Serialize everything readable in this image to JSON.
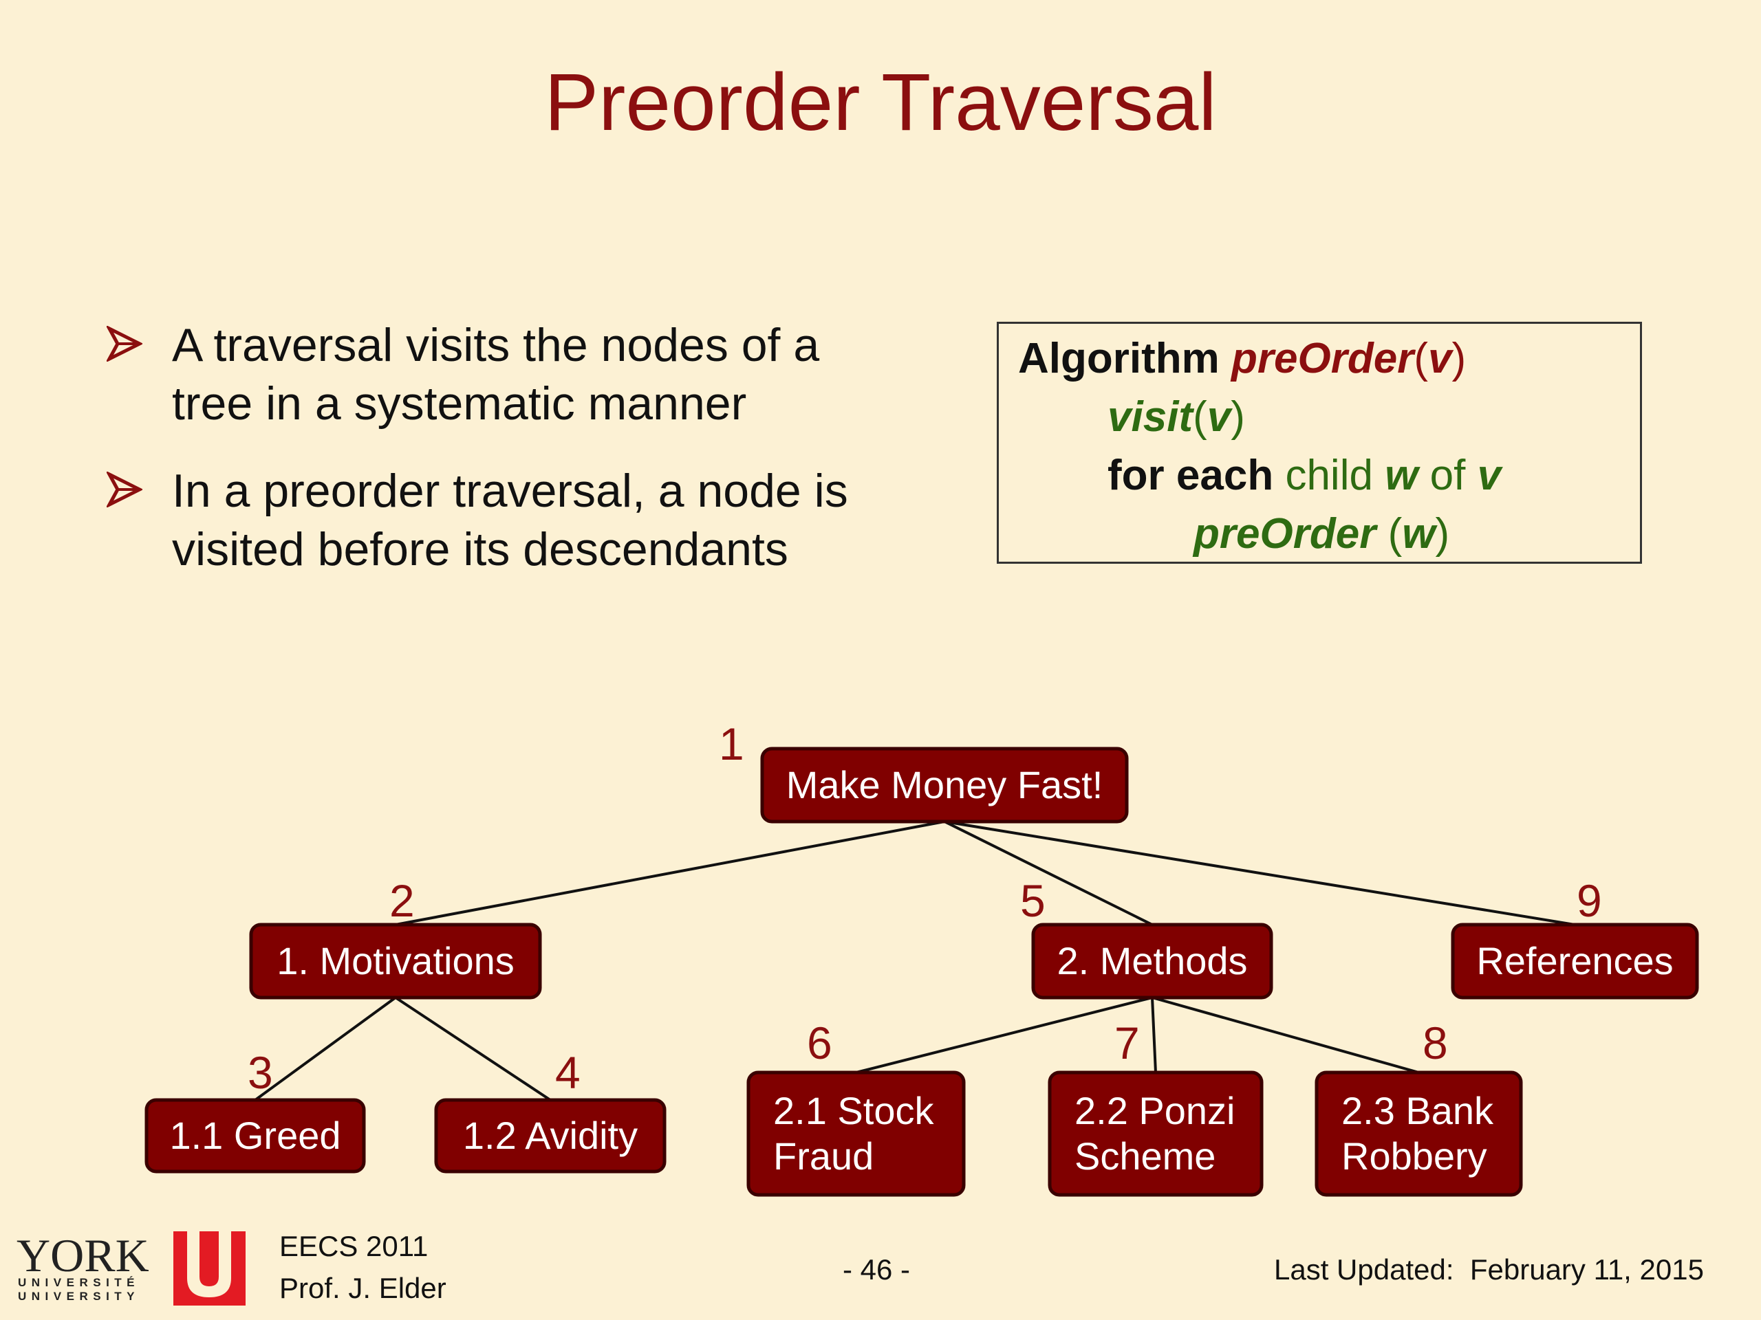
{
  "slide": {
    "title": "Preorder Traversal",
    "bullets": [
      {
        "line1": "A traversal visits the nodes of a",
        "line2": "tree in a systematic manner"
      },
      {
        "line1": "In a preorder traversal, a node is",
        "line2": "visited before its descendants"
      }
    ]
  },
  "algorithm": {
    "keyword": "Algorithm",
    "func": "preOrder",
    "param": "v",
    "visit_func": "visit",
    "visit_param": "v",
    "for_each": "for each",
    "child_word": "child",
    "child_var": "w",
    "of_word": "of",
    "of_var": "v",
    "recurse_func": "preOrder",
    "recurse_param": "w"
  },
  "tree": {
    "nodes": [
      {
        "id": "root",
        "lines": [
          "Make Money Fast!"
        ],
        "order": "1"
      },
      {
        "id": "motivations",
        "lines": [
          "1. Motivations"
        ],
        "order": "2"
      },
      {
        "id": "greed",
        "lines": [
          "1.1 Greed"
        ],
        "order": "3"
      },
      {
        "id": "avidity",
        "lines": [
          "1.2 Avidity"
        ],
        "order": "4"
      },
      {
        "id": "methods",
        "lines": [
          "2. Methods"
        ],
        "order": "5"
      },
      {
        "id": "stock",
        "lines": [
          "2.1 Stock",
          "Fraud"
        ],
        "order": "6"
      },
      {
        "id": "ponzi",
        "lines": [
          "2.2 Ponzi",
          "Scheme"
        ],
        "order": "7"
      },
      {
        "id": "bank",
        "lines": [
          "2.3 Bank",
          "Robbery"
        ],
        "order": "8"
      },
      {
        "id": "references",
        "lines": [
          "References"
        ],
        "order": "9"
      }
    ],
    "edges": [
      [
        "root",
        "motivations"
      ],
      [
        "root",
        "methods"
      ],
      [
        "root",
        "references"
      ],
      [
        "motivations",
        "greed"
      ],
      [
        "motivations",
        "avidity"
      ],
      [
        "methods",
        "stock"
      ],
      [
        "methods",
        "ponzi"
      ],
      [
        "methods",
        "bank"
      ]
    ],
    "colors": {
      "node_fill": "#800000",
      "node_border": "#3a0000",
      "order_label": "#8b0f0f",
      "node_text": "#ffffff"
    }
  },
  "footer": {
    "course": "EECS 2011",
    "professor": "Prof. J. Elder",
    "page": "- 46 -",
    "updated": "Last Updated:  February 11, 2015",
    "logo_word": "YORK",
    "logo_sub1": "UNIVERSITÉ",
    "logo_sub2": "UNIVERSITY"
  }
}
